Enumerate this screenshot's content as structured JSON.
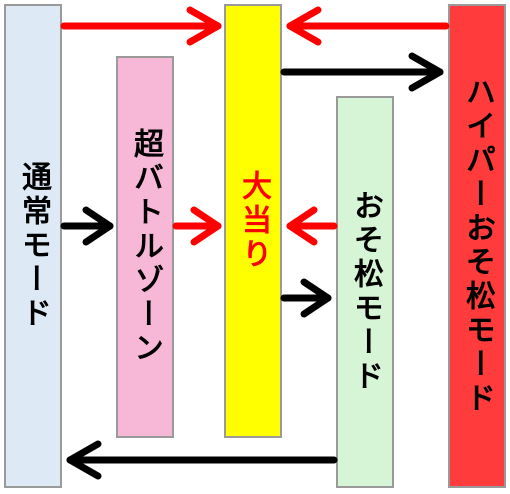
{
  "nodes": {
    "normal": {
      "label": "通常モード",
      "fill": "#dde9f5",
      "text_color": "#000000"
    },
    "super_battle": {
      "label": "超バトルゾーン",
      "fill": "#f7b8d8",
      "text_color": "#000000"
    },
    "jackpot": {
      "label": "大当り",
      "fill": "#ffff00",
      "text_color": "#ff0000"
    },
    "osomatsu": {
      "label": "おそ松モード",
      "fill": "#d6f5d6",
      "text_color": "#000000"
    },
    "hyper_osomatsu": {
      "label": "ハイパーおそ松モード",
      "fill": "#ff3b3b",
      "text_color": "#000000"
    }
  },
  "colors": {
    "red_arrow": "#ff0000",
    "black_arrow": "#000000"
  },
  "edges": [
    {
      "from": "normal",
      "to": "jackpot",
      "color": "red"
    },
    {
      "from": "hyper_osomatsu",
      "to": "jackpot",
      "color": "red"
    },
    {
      "from": "jackpot",
      "to": "hyper_osomatsu",
      "color": "black"
    },
    {
      "from": "normal",
      "to": "super_battle",
      "color": "black"
    },
    {
      "from": "super_battle",
      "to": "jackpot",
      "color": "red"
    },
    {
      "from": "osomatsu",
      "to": "jackpot",
      "color": "red"
    },
    {
      "from": "jackpot",
      "to": "osomatsu",
      "color": "black"
    },
    {
      "from": "osomatsu",
      "to": "normal",
      "color": "black"
    }
  ]
}
